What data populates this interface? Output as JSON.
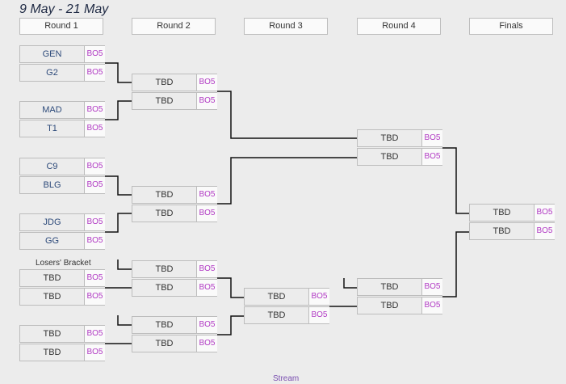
{
  "date_range": "9 May - 21 May",
  "rounds": [
    "Round 1",
    "Round 2",
    "Round 3",
    "Round 4",
    "Finals"
  ],
  "losers_bracket_label": "Losers' Bracket",
  "stream_label": "Stream",
  "format_label": "BO5",
  "matches": {
    "r1_m1": [
      "GEN",
      "G2"
    ],
    "r1_m2": [
      "MAD",
      "T1"
    ],
    "r1_m3": [
      "C9",
      "BLG"
    ],
    "r1_m4": [
      "JDG",
      "GG"
    ],
    "r1_m5": [
      "TBD",
      "TBD"
    ],
    "r1_m6": [
      "TBD",
      "TBD"
    ],
    "r2_m1": [
      "TBD",
      "TBD"
    ],
    "r2_m2": [
      "TBD",
      "TBD"
    ],
    "r2_m3": [
      "TBD",
      "TBD"
    ],
    "r2_m4": [
      "TBD",
      "TBD"
    ],
    "r3_m1": [
      "TBD",
      "TBD"
    ],
    "r4_m1": [
      "TBD",
      "TBD"
    ],
    "r4_m2": [
      "TBD",
      "TBD"
    ],
    "final": [
      "TBD",
      "TBD"
    ]
  }
}
